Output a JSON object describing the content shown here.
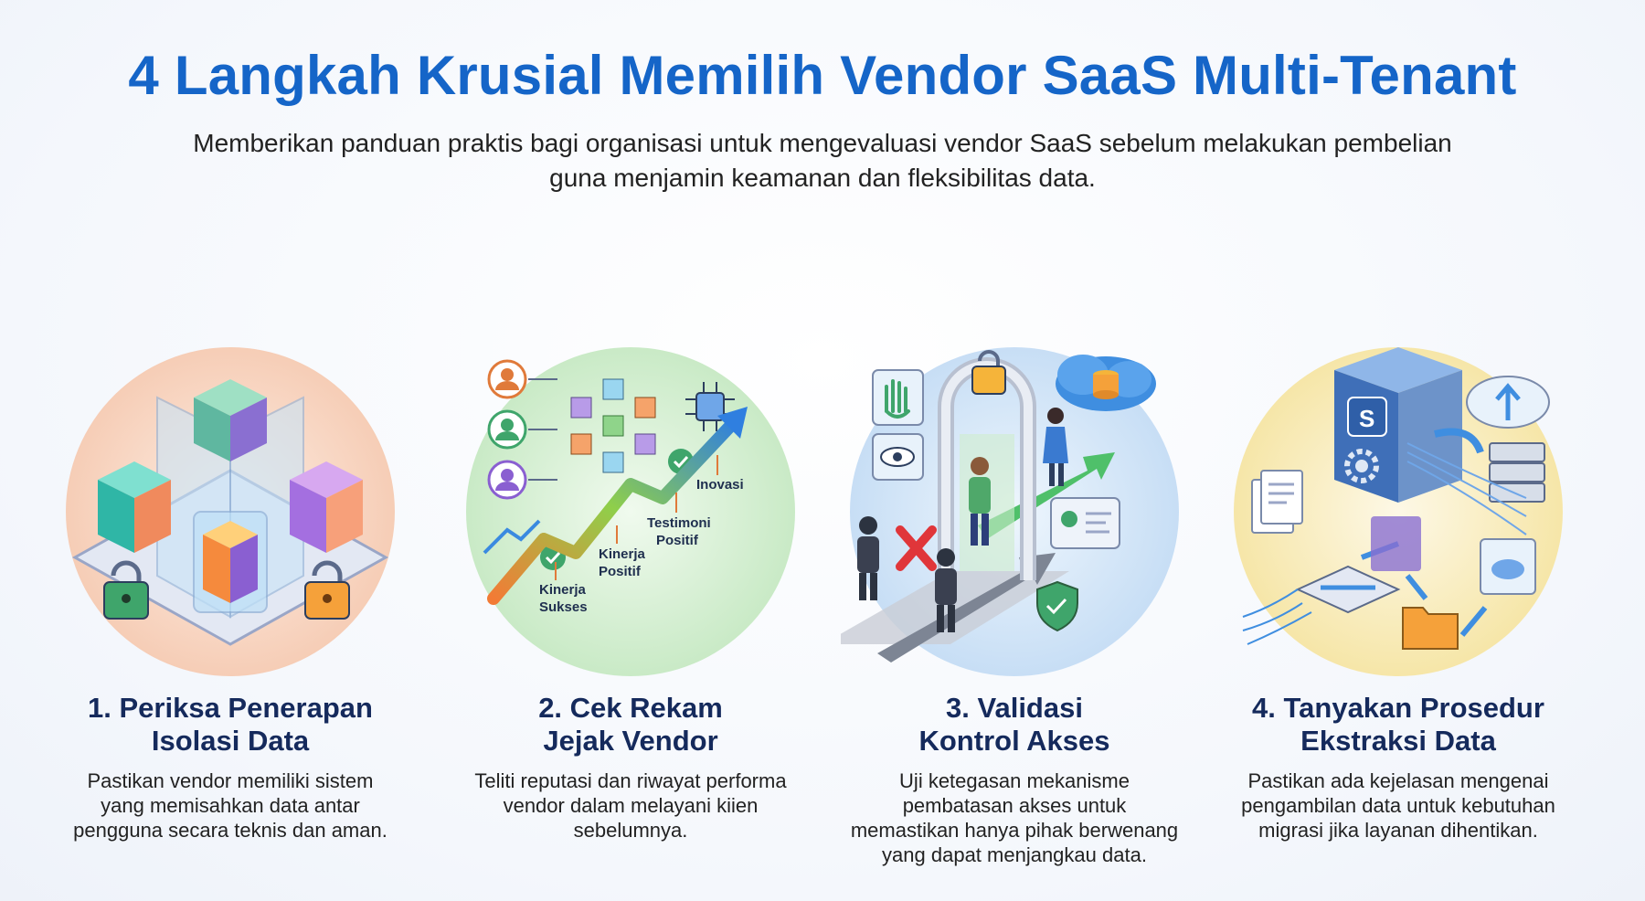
{
  "header": {
    "title": "4 Langkah Krusial Memilih Vendor SaaS Multi-Tenant",
    "subtitle": "Memberikan panduan praktis bagi organisasi untuk mengevaluasi vendor SaaS sebelum melakukan pembelian guna menjamin keamanan dan fleksibilitas data."
  },
  "steps": [
    {
      "title_line1": "1. Periksa Penerapan",
      "title_line2": "Isolasi Data",
      "description": "Pastikan vendor memiliki sistem yang memisahkan data antar pengguna secara teknis dan aman."
    },
    {
      "title_line1": "2. Cek Rekam",
      "title_line2": "Jejak Vendor",
      "description": "Teliti reputasi dan riwayat performa vendor dalam melayani kiien sebelumnya.",
      "chart_labels": {
        "l1a": "Kinerja",
        "l1b": "Sukses",
        "l2a": "Kinerja",
        "l2b": "Positif",
        "l3a": "Testimoni",
        "l3b": "Positif",
        "l4": "Inovasi"
      }
    },
    {
      "title_line1": "3. Validasi",
      "title_line2": "Kontrol Akses",
      "description": "Uji ketegasan mekanisme pembatasan akses untuk memastikan hanya pihak berwenang yang dapat menjangkau data."
    },
    {
      "title_line1": "4. Tanyakan Prosedur",
      "title_line2": "Ekstraksi Data",
      "description": "Pastikan ada kejelasan mengenai pengambilan data untuk kebutuhan migrasi jika layanan dihentikan."
    }
  ],
  "colors": {
    "title": "#1565c8",
    "step_title": "#152a5c",
    "circle1": "#f8d8c6",
    "circle2": "#d5efd3",
    "circle3": "#d3e6f8",
    "circle4": "#f8ecbf"
  }
}
